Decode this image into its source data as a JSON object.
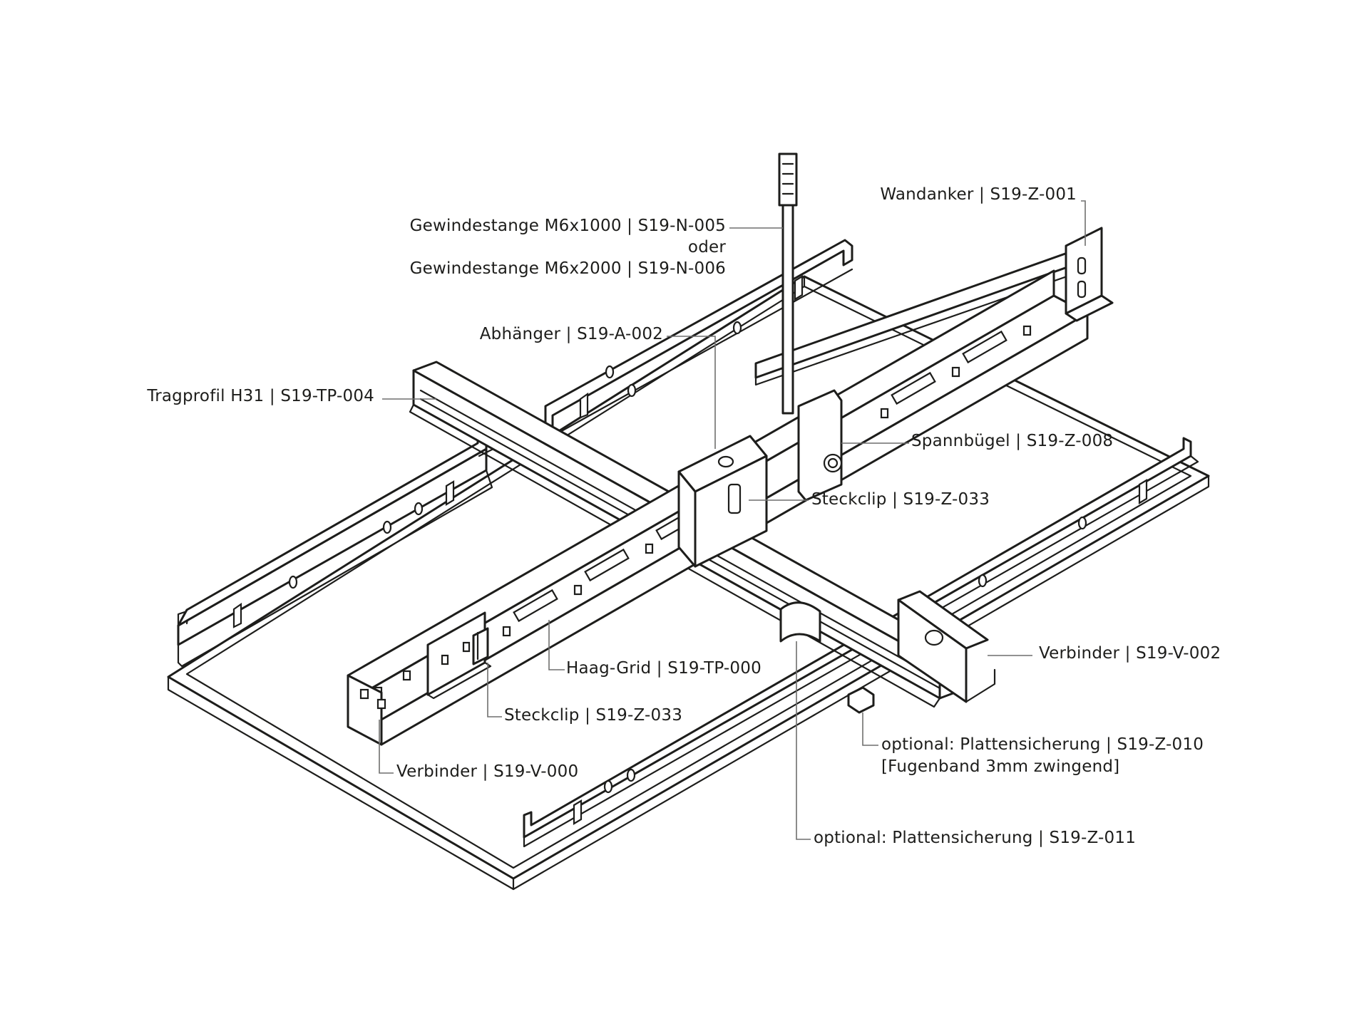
{
  "labels": {
    "wandanker": "Wandanker | S19-Z-001",
    "gewinde_1": "Gewindestange M6x1000 | S19-N-005",
    "gewinde_oder": "oder",
    "gewinde_2": "Gewindestange M6x2000 | S19-N-006",
    "abhaenger": "Abhänger | S19-A-002",
    "tragprofil": "Tragprofil H31 | S19-TP-004",
    "spannbuegel": "Spannbügel | S19-Z-008",
    "steckclip_upper": "Steckclip | S19-Z-033",
    "verbinder_v002": "Verbinder | S19-V-002",
    "haag_grid": "Haag-Grid | S19-TP-000",
    "steckclip_lower": "Steckclip | S19-Z-033",
    "plattensicherung_010": "optional: Plattensicherung | S19-Z-010",
    "fugenband": "[Fugenband 3mm zwingend]",
    "verbinder_v000": "Verbinder | S19-V-000",
    "plattensicherung_011": "optional: Plattensicherung | S19-Z-011"
  },
  "colors": {
    "line": "#1d1d1b",
    "leader": "#6f6f6e",
    "background": "#ffffff"
  }
}
